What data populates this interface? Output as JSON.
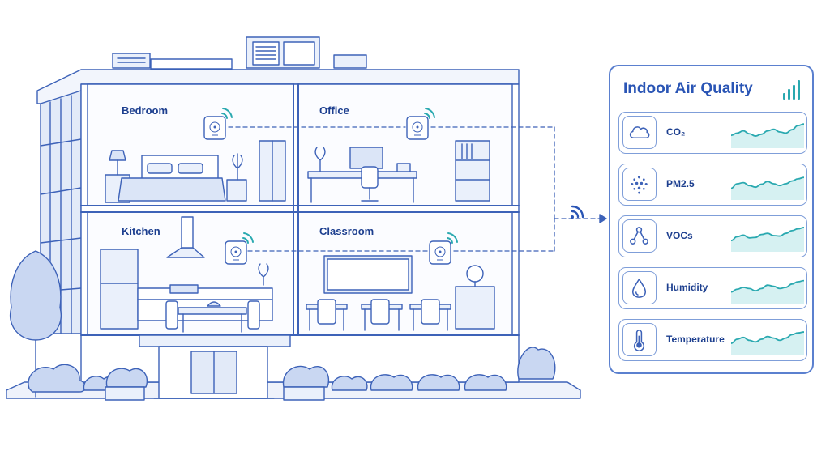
{
  "rooms": {
    "bedroom": "Bedroom",
    "office": "Office",
    "kitchen": "Kitchen",
    "classroom": "Classroom"
  },
  "panel": {
    "title": "Indoor Air Quality",
    "metrics": [
      {
        "label": "CO₂",
        "icon": "cloud-icon",
        "trend": [
          0.35,
          0.45,
          0.55,
          0.42,
          0.32,
          0.4,
          0.55,
          0.62,
          0.5,
          0.45,
          0.6,
          0.78,
          0.85
        ]
      },
      {
        "label": "PM2.5",
        "icon": "particles-icon",
        "trend": [
          0.3,
          0.5,
          0.55,
          0.42,
          0.35,
          0.48,
          0.6,
          0.5,
          0.42,
          0.5,
          0.62,
          0.72,
          0.78
        ]
      },
      {
        "label": "VOCs",
        "icon": "molecule-icon",
        "trend": [
          0.28,
          0.45,
          0.52,
          0.4,
          0.42,
          0.55,
          0.6,
          0.5,
          0.48,
          0.6,
          0.72,
          0.8,
          0.86
        ]
      },
      {
        "label": "Humidity",
        "icon": "water-drop-icon",
        "trend": [
          0.3,
          0.42,
          0.5,
          0.45,
          0.35,
          0.45,
          0.6,
          0.55,
          0.45,
          0.5,
          0.65,
          0.75,
          0.8
        ]
      },
      {
        "label": "Temperature",
        "icon": "thermometer-icon",
        "trend": [
          0.32,
          0.5,
          0.58,
          0.45,
          0.38,
          0.5,
          0.62,
          0.55,
          0.45,
          0.55,
          0.7,
          0.78,
          0.82
        ]
      }
    ]
  },
  "colors": {
    "line": "#3d62b8",
    "fill": "#eaf0fb",
    "accent": "#2a55b5",
    "teal": "#2aa9b0",
    "teal_fill": "#d6f1f2"
  }
}
